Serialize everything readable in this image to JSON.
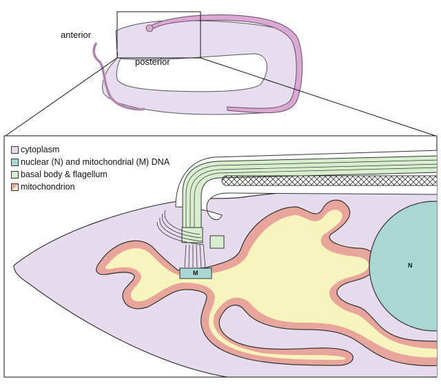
{
  "overview": {
    "label_anterior": "anterior",
    "label_posterior": "posterior"
  },
  "legend": {
    "items": [
      {
        "label": "cytoplasm",
        "color": "#e6dcee"
      },
      {
        "label": "nuclear (N) and mitochondrial (M) DNA",
        "color": "#a9d8d3"
      },
      {
        "label": "basal body & flagellum",
        "color": "#d7efcf"
      },
      {
        "label": "mitochondrion",
        "color": "#f3f2c0",
        "edge": "#e8a59c"
      }
    ]
  },
  "detail": {
    "nucleus_label": "N",
    "kdna_label": "M"
  },
  "colors": {
    "cytoplasm": "#e6dcee",
    "membrane_pink": "#d9a8d3",
    "dna": "#a9d8d3",
    "flagellum": "#d7efcf",
    "mito_fill": "#f7f4be",
    "mito_edge": "#e8a59c"
  }
}
